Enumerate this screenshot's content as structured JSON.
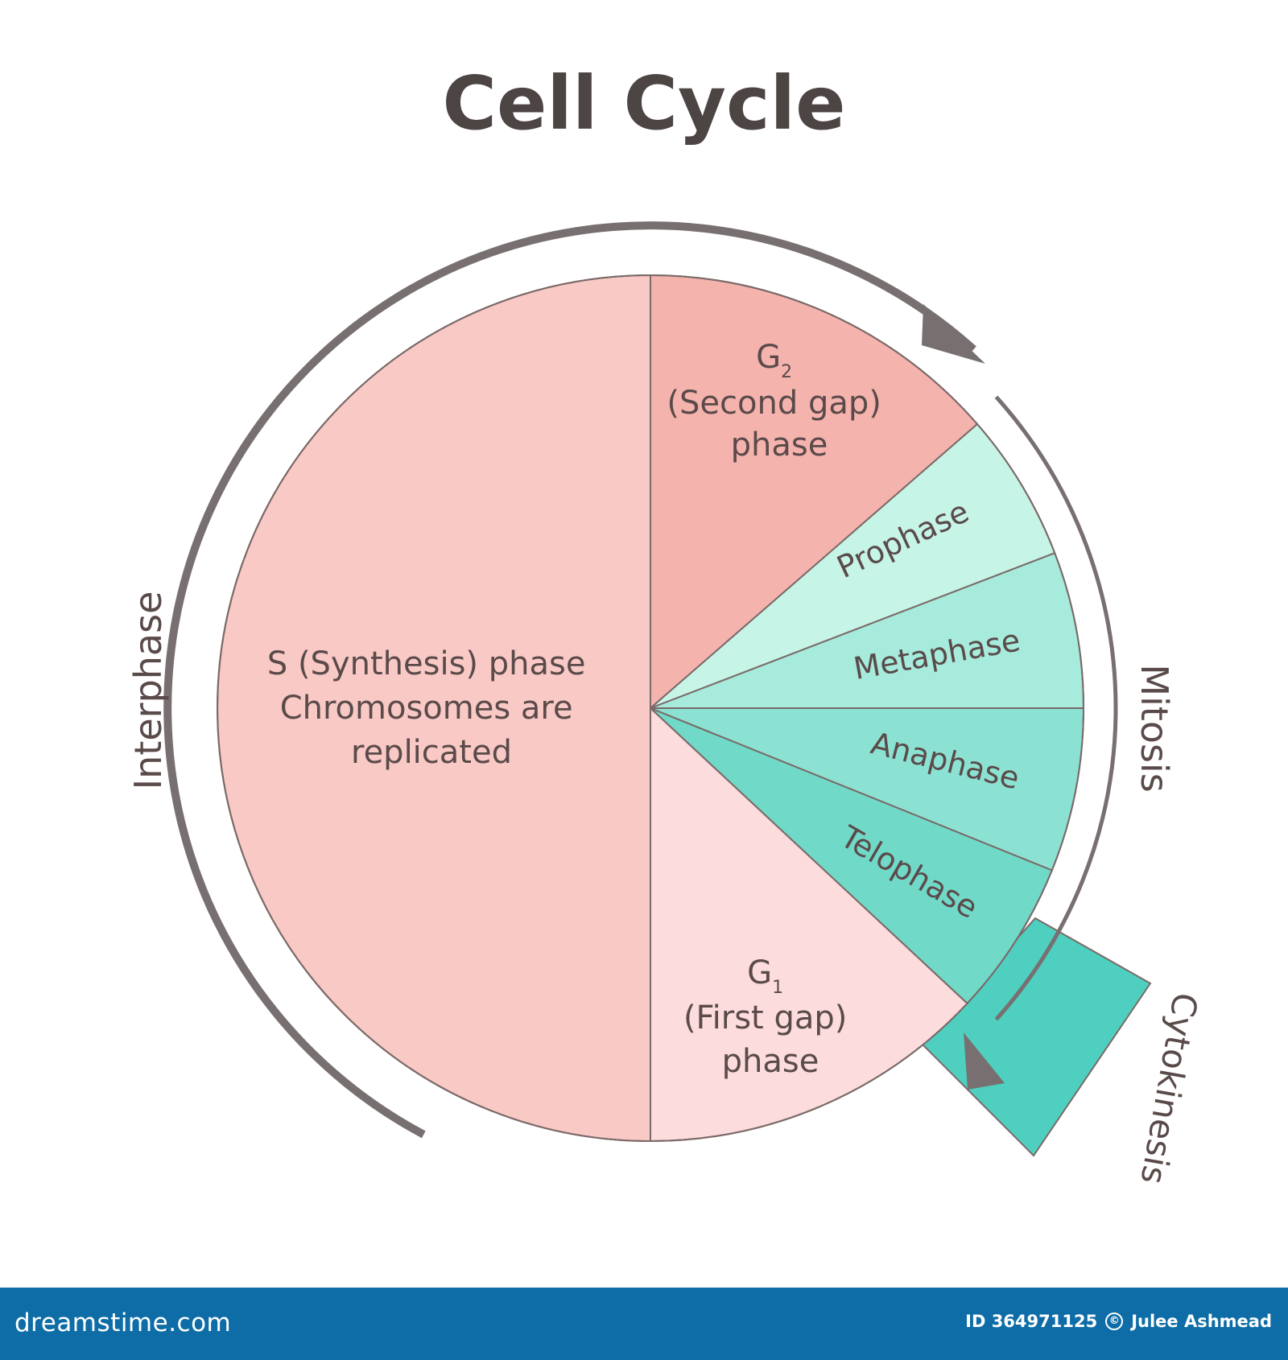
{
  "title": "Cell Cycle",
  "arc_labels": {
    "interphase": "Interphase",
    "mitosis": "Mitosis",
    "cytokinesis": "Cytokinesis"
  },
  "sectors": {
    "s_phase": {
      "lines": [
        "S (Synthesis) phase",
        "Chromosomes are",
        "replicated"
      ],
      "color": "#f9c9c5"
    },
    "g2": {
      "letter": "G",
      "sub": "2",
      "lines": [
        "(Second gap)",
        "phase"
      ],
      "color": "#f5b3ae"
    },
    "g1": {
      "letter": "G",
      "sub": "1",
      "lines": [
        "(First gap)",
        "phase"
      ],
      "color": "#fcdcdd"
    },
    "prophase": {
      "label": "Prophase",
      "color": "#c6f4e6"
    },
    "metaphase": {
      "label": "Metaphase",
      "color": "#a6ebdb"
    },
    "anaphase": {
      "label": "Anaphase",
      "color": "#8ce2d2"
    },
    "telophase": {
      "label": "Telophase",
      "color": "#71d9c8"
    },
    "cytokinesis_band": {
      "color": "#4ecfc0"
    }
  },
  "colors": {
    "outline": "#7a6a68",
    "arrow": "#787070",
    "text": "#5a4a4a"
  },
  "footer": {
    "site": "dreamstime.com",
    "id_text": "ID 364971125",
    "author": "Julee Ashmead",
    "copyright_symbol": "©",
    "background": "#0e6da6"
  }
}
